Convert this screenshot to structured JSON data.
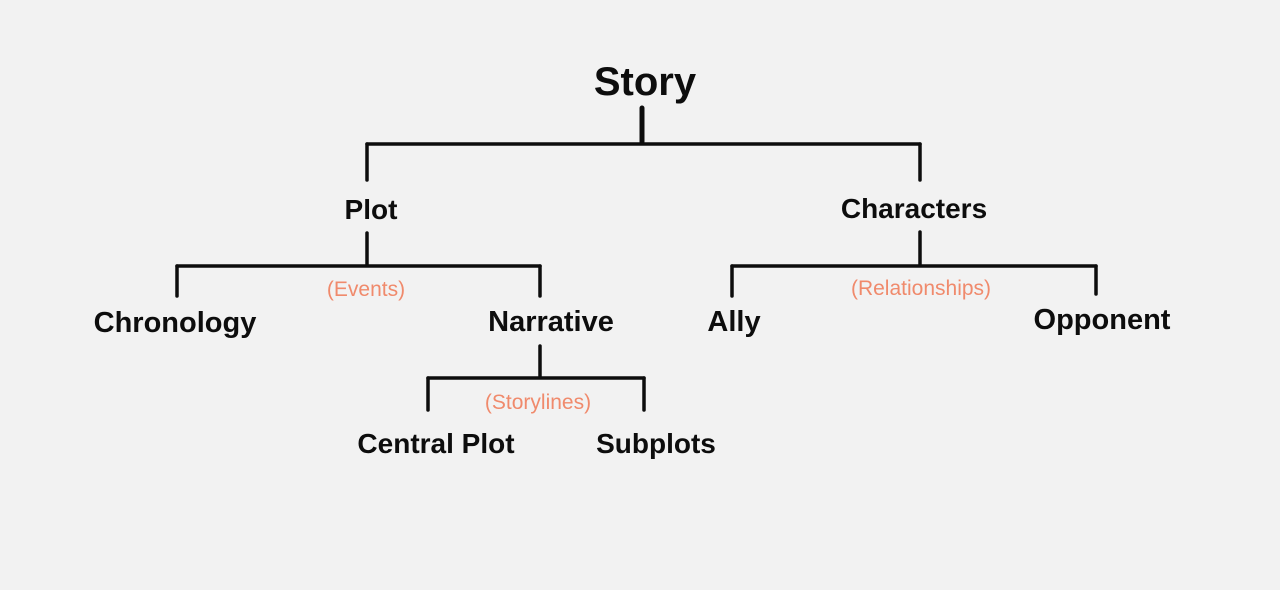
{
  "diagram": {
    "root": "Story",
    "plot": "Plot",
    "characters": "Characters",
    "chronology": "Chronology",
    "narrative": "Narrative",
    "ally": "Ally",
    "opponent": "Opponent",
    "central_plot": "Central Plot",
    "subplots": "Subplots",
    "events_label": "(Events)",
    "relationships_label": "(Relationships)",
    "storylines_label": "(Storylines)"
  },
  "colors": {
    "background": "#f2f2f2",
    "text": "#0d0d0d",
    "relation_label": "#f08a6c"
  }
}
